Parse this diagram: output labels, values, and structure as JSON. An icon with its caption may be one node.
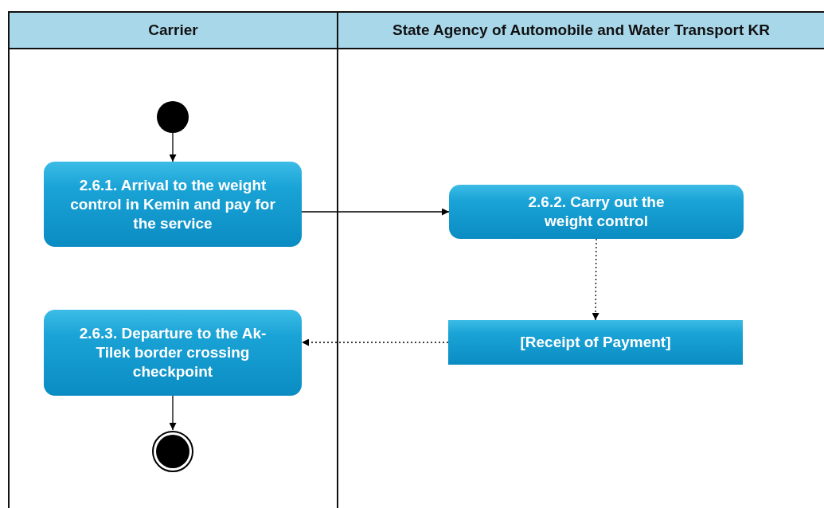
{
  "diagram": {
    "nodes": [
      {
        "text": [
          "Carrier"
        ]
      },
      {
        "text": [
          "State Agency of Automobile and Water Transport KR"
        ]
      },
      {
        "text": [],
        "shape": "circle",
        "in": 0
      },
      {
        "text": [
          "2.6.1. Arrival to the weight control in Kemin and pay for the service"
        ],
        "in": 0
      },
      {
        "text": [
          "2.6.2. Carry out the weight control"
        ],
        "in": 1
      },
      {
        "text": [
          "[Receipt of Payment]"
        ],
        "in": 1
      },
      {
        "text": [
          "2.6.3. Departure to the Ak-Tilek border crossing checkpoint"
        ],
        "in": 0
      },
      {
        "text": [],
        "shape": "circle",
        "in": 0
      }
    ],
    "edges": [
      {
        "from": 2,
        "to": 3,
        "arrow": "to"
      },
      {
        "from": 3,
        "to": 4,
        "arrow": "to"
      },
      {
        "from": 4,
        "to": 5,
        "arrow": "to",
        "style": "dashed"
      },
      {
        "from": 5,
        "to": 6,
        "arrow": "to",
        "style": "dashed"
      },
      {
        "from": 6,
        "to": 7,
        "arrow": "to"
      }
    ]
  }
}
